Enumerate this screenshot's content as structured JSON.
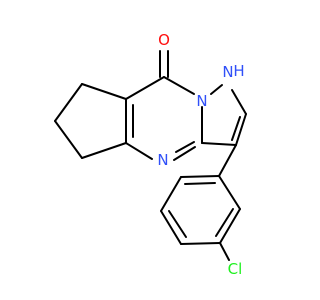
{
  "molecule": {
    "atoms": {
      "oxygen": {
        "label": "O",
        "color": "#ff0d0d"
      },
      "nh": {
        "label": "H",
        "n_label": "N",
        "color": "#3050f8"
      },
      "n_bridge": {
        "label": "N",
        "color": "#3050f8"
      },
      "n_imine": {
        "label": "N",
        "color": "#3050f8"
      },
      "chlorine": {
        "label": "Cl",
        "color": "#1ff01f"
      }
    },
    "bond_color": "#000000"
  }
}
